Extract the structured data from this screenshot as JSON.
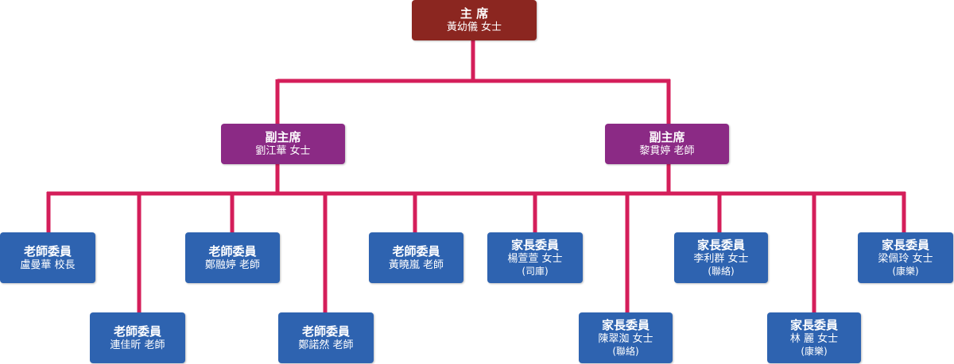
{
  "colors": {
    "connector": "#d41e5a",
    "chair": "#8b2620",
    "vice": "#8b2a85",
    "member": "#2e63b0"
  },
  "chair": {
    "title": "主 席",
    "name": "黃幼儀  女士"
  },
  "vice_chairs": [
    {
      "title": "副主席",
      "name": "劉江華  女士"
    },
    {
      "title": "副主席",
      "name": "黎貫婷  老師"
    }
  ],
  "members": [
    {
      "title": "老師委員",
      "name": "盧曼華  校長",
      "note": ""
    },
    {
      "title": "老師委員",
      "name": "連佳昕  老師",
      "note": ""
    },
    {
      "title": "老師委員",
      "name": "鄭融婷  老師",
      "note": ""
    },
    {
      "title": "老師委員",
      "name": "鄭諾然  老師",
      "note": ""
    },
    {
      "title": "老師委員",
      "name": "黃曉嵐  老師",
      "note": ""
    },
    {
      "title": "家長委員",
      "name": "楊萱萱  女士",
      "note": "(司庫)"
    },
    {
      "title": "家長委員",
      "name": "陳翠洳  女士",
      "note": "(聯絡)"
    },
    {
      "title": "家長委員",
      "name": "李利群  女士",
      "note": "(聯絡)"
    },
    {
      "title": "家長委員",
      "name": "林  麗  女士",
      "note": "(康樂)"
    },
    {
      "title": "家長委員",
      "name": "梁佩玲  女士",
      "note": "(康樂)"
    }
  ]
}
